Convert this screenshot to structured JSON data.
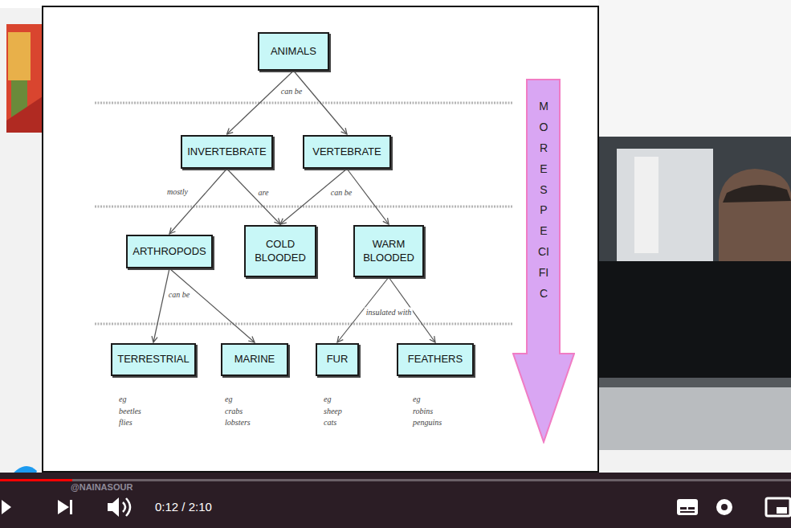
{
  "diagram": {
    "nodes": [
      {
        "text": [
          "ANIMALS"
        ]
      },
      {
        "text": [
          "INVERTEBRATE"
        ]
      },
      {
        "text": [
          "VERTEBRATE"
        ]
      },
      {
        "text": [
          "ARTHROPODS"
        ]
      },
      {
        "text": [
          "COLD BLOODED"
        ]
      },
      {
        "text": [
          "WARM BLOODED"
        ]
      },
      {
        "text": [
          "TERRESTRIAL"
        ]
      },
      {
        "text": [
          "MARINE"
        ]
      },
      {
        "text": [
          "FUR"
        ]
      },
      {
        "text": [
          "FEATHERS"
        ]
      },
      {
        "text": [
          "MORE SPECIFIC"
        ]
      }
    ],
    "edges": [
      {
        "from": 0,
        "to": 1,
        "arrow": "to",
        "label": "can be"
      },
      {
        "from": 0,
        "to": 2,
        "arrow": "to"
      },
      {
        "from": 1,
        "to": 3,
        "arrow": "to",
        "label": "mostly"
      },
      {
        "from": 1,
        "to": 4,
        "arrow": "to",
        "label": "are"
      },
      {
        "from": 2,
        "to": 4,
        "arrow": "to",
        "label": "can be"
      },
      {
        "from": 2,
        "to": 5,
        "arrow": "to"
      },
      {
        "from": 3,
        "to": 6,
        "arrow": "to",
        "label": "can be"
      },
      {
        "from": 3,
        "to": 7,
        "arrow": "to"
      },
      {
        "from": 5,
        "to": 8,
        "arrow": "to",
        "label": "insulated with"
      },
      {
        "from": 5,
        "to": 9,
        "arrow": "to"
      }
    ],
    "labels": [
      "eg beetles flies",
      "eg crabs lobsters",
      "eg sheep cats",
      "eg robins penguins",
      "@NAINASOUR",
      "0:12 / 2:10"
    ]
  }
}
